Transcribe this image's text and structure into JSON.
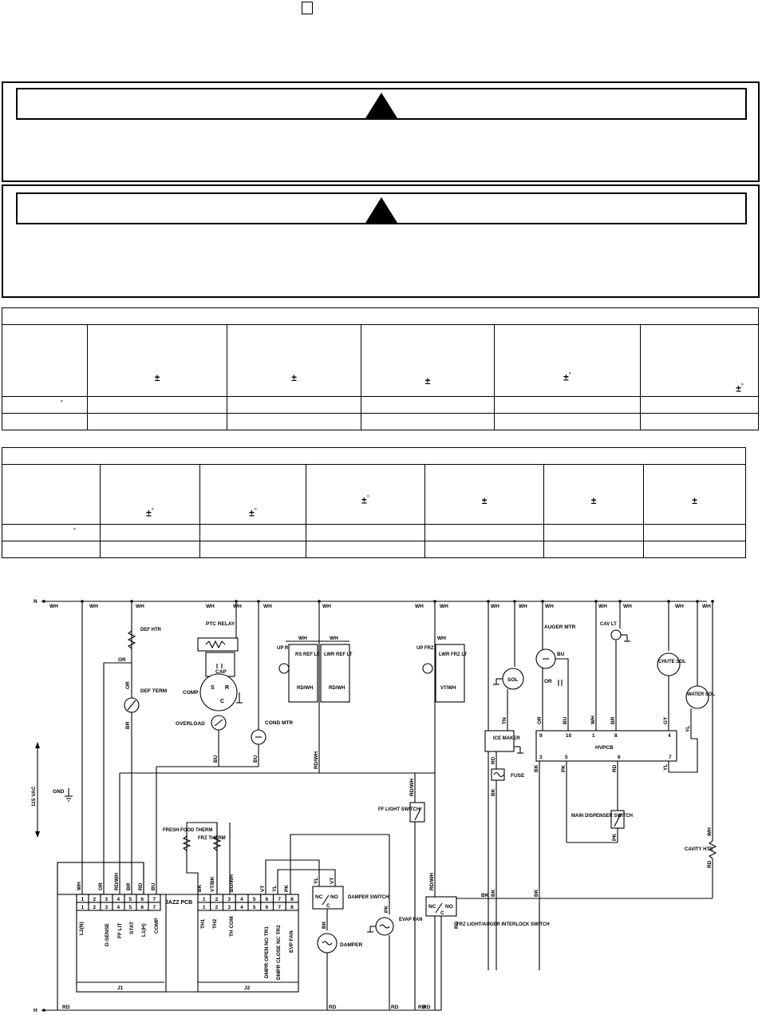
{
  "warnings": [
    {
      "id": "warning-1"
    },
    {
      "id": "warning-2"
    }
  ],
  "table1": {
    "header_symbols": [
      "±",
      "±",
      "±",
      "±",
      "±"
    ],
    "row_symbols": [
      "°"
    ]
  },
  "table2": {
    "header_symbols": [
      "±",
      "±",
      "±",
      "±",
      "±",
      "±"
    ],
    "row_symbols": [
      "°"
    ]
  },
  "diagram": {
    "rail_top": "N",
    "rail_bottom": "H",
    "supply": "115 VAC",
    "gnd": "GND",
    "wire_codes": {
      "wh": "WH",
      "rd": "RD",
      "or": "OR",
      "br": "BR",
      "bu": "BU",
      "bk": "BK",
      "rdwh": "RD/WH",
      "vt": "VT",
      "yl": "YL",
      "pk": "PK",
      "tn": "TN",
      "gy": "GY",
      "vtbk": "VT/BK",
      "buwh": "BU/WH",
      "vtwh": "VT/WH"
    },
    "components": {
      "def_htr": "DEF HTR",
      "def_term": "DEF TERM",
      "ptc_relay": "PTC RELAY",
      "cap": "CAP",
      "comp": "COMP",
      "overload": "OVERLOAD",
      "cond_mtr": "COND MTR",
      "up_ref_lt": "UP REF LT",
      "rs_ref_lt": "RS REF LT",
      "lwr_ref_lt": "LWR REF LT",
      "up_frz_lt": "UP FRZ LT",
      "lwr_frz_lt": "LWR FRZ LT",
      "ff_light_switch": "FF LIGHT SWITCH",
      "sol": "SOL",
      "ice_maker": "ICE MAKER",
      "fuse": "FUSE",
      "auger_mtr": "AUGER MTR",
      "cav_lt": "CAV LT",
      "chute_sol": "CHUTE SOL",
      "water_sol": "WATER SOL",
      "hvpcb": "HVPCB",
      "main_dispenser_switch": "MAIN DISPENSER SWITCH",
      "cavity_htr": "CAVITY HTR",
      "fresh_food_therm": "FRESH FOOD THERM",
      "frz_therm": "FRZ THERM",
      "jazz_pcb": "JAZZ PCB",
      "j1": "J1",
      "j2": "J2",
      "damper_switch": "DAMPER SWITCH",
      "damper": "DAMPER",
      "evap_fan": "EVAP FAN",
      "frz_light_interlock": "FRZ LIGHT/AUGER INTERLOCK SWITCH"
    },
    "ptc_terms": {
      "s": "S",
      "r": "R",
      "c": "C"
    },
    "switch_terms": {
      "nc": "NC",
      "no": "NO",
      "c": "C"
    },
    "hvpcb_pins_top": [
      "9",
      "10",
      "1",
      "8",
      "4"
    ],
    "hvpcb_pins_bottom": [
      "3",
      "5",
      "6",
      "7"
    ],
    "j1_pins": [
      "1",
      "2",
      "3",
      "4",
      "5",
      "6",
      "7"
    ],
    "j2_pins": [
      "1",
      "2",
      "3",
      "4",
      "5",
      "6",
      "7",
      "8"
    ],
    "j1_signals": [
      "L2(N)",
      "D-SENSE",
      "FF LIT",
      "STAT",
      "L1(H)",
      "COMP"
    ],
    "j2_signals": [
      "TH1",
      "TH2",
      "TH COM",
      "DMPR OPEN NO TR1",
      "DMPR CLOSE NC TR2",
      "EVP FAN"
    ],
    "j1_wires": [
      "WH",
      "OR",
      "RD/WH",
      "BR",
      "RD",
      "BU"
    ],
    "j2_wires": [
      "BK",
      "VT/BK",
      "BU/WH",
      "VT",
      "YL",
      "PK"
    ]
  }
}
